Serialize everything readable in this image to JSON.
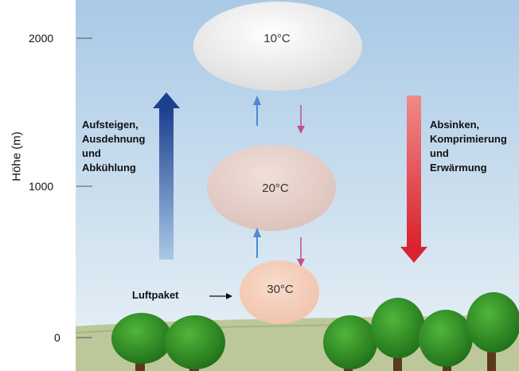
{
  "axis": {
    "title": "Höhe (m)",
    "ticks": [
      "2000",
      "1000",
      "0"
    ]
  },
  "rising": {
    "lines": [
      "Aufsteigen,",
      "Ausdehnung",
      "und",
      "Abkühlung"
    ],
    "color": "#2b4f9e"
  },
  "sinking": {
    "lines": [
      "Absinken,",
      "Komprimierung",
      "und",
      "Erwärmung"
    ],
    "color": "#d9232e"
  },
  "parcels": {
    "top": "10°C",
    "middle": "20°C",
    "bottom": "30°C"
  },
  "parcel_label": "Luftpaket",
  "colors": {
    "sky_top": "#a9c9e6",
    "sky_bottom": "#e4eef5",
    "ground": "#bcc89a",
    "tree": "#2e8a22",
    "trunk": "#5a3a1a"
  }
}
